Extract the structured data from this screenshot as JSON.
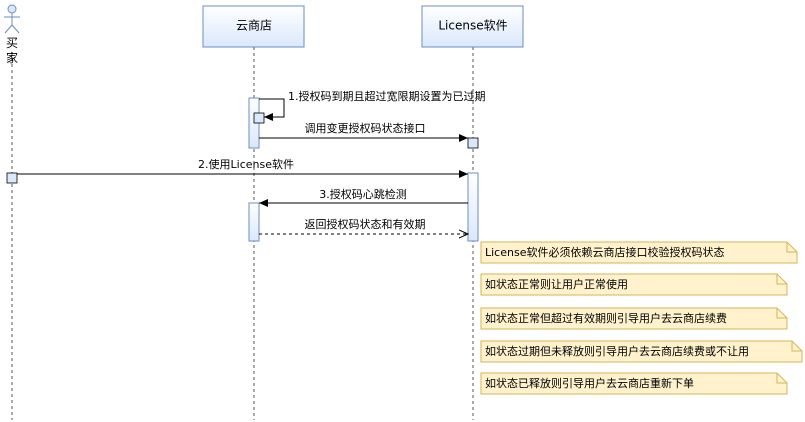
{
  "actor": {
    "name": "买家"
  },
  "participants": [
    {
      "name": "云商店"
    },
    {
      "name": "License软件"
    }
  ],
  "messages": [
    {
      "label": "1.授权码到期且超过宽限期设置为已过期"
    },
    {
      "label": "调用变更授权码状态接口"
    },
    {
      "label": "2.使用License软件"
    },
    {
      "label": "3.授权码心跳检测"
    },
    {
      "label": "返回授权码状态和有效期"
    }
  ],
  "notes": [
    {
      "text": "License软件必须依赖云商店接口校验授权码状态"
    },
    {
      "text": "如状态正常则让用户正常使用"
    },
    {
      "text": "如状态正常但超过有效期则引导用户去云商店续费"
    },
    {
      "text": "如状态过期但未释放则引导用户去云商店续费或不让用"
    },
    {
      "text": "如状态已释放则引导用户去云商店重新下单"
    }
  ],
  "colors": {
    "box_fill": "#dae8fc",
    "box_stroke": "#6c8ebf",
    "note_fill": "#fff2cc",
    "note_stroke": "#d6b656",
    "line": "#000000"
  }
}
